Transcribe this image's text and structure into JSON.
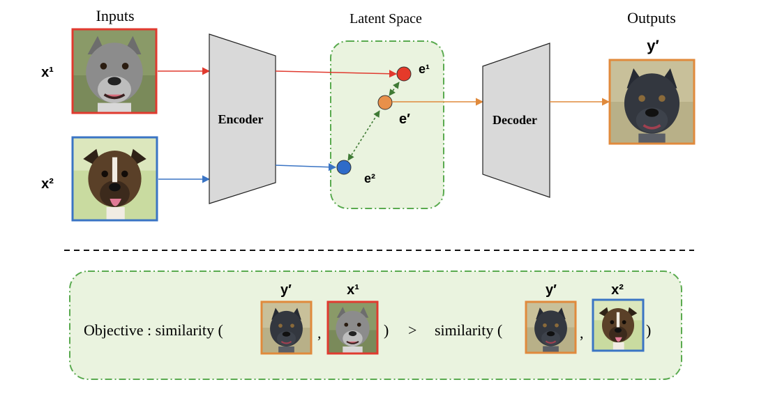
{
  "inputs_title": "Inputs",
  "latent_title": "Latent Space",
  "outputs_title": "Outputs",
  "encoder_label": "Encoder",
  "decoder_label": "Decoder",
  "x1_label": "x¹",
  "x2_label": "x²",
  "y_label": "y′",
  "e1_label": "e¹",
  "e2_label": "e²",
  "eprime_label": "e′",
  "objective": {
    "prefix": "Objective : similarity (",
    "comma1": ",",
    "close1": ")",
    "gt": ">",
    "similarity2": "similarity (",
    "comma2": ",",
    "close2": ")",
    "y_label_1": "y′",
    "x1_label": "x¹",
    "y_label_2": "y′",
    "x2_label": "x²"
  },
  "colors": {
    "x1": "#e03a2f",
    "x2": "#3a74c4",
    "output": "#e08a3c",
    "latent_border": "#5aaa4f",
    "latent_fill": "#eaf3df",
    "network_fill": "#d9d9d9",
    "dashed_double_arrow": "#3f7a35"
  },
  "icons": {
    "x1_image": "dog-gray-pitbull-photo",
    "x2_image": "dog-brindle-photo",
    "y_image": "dog-black-pitbull-photo"
  }
}
